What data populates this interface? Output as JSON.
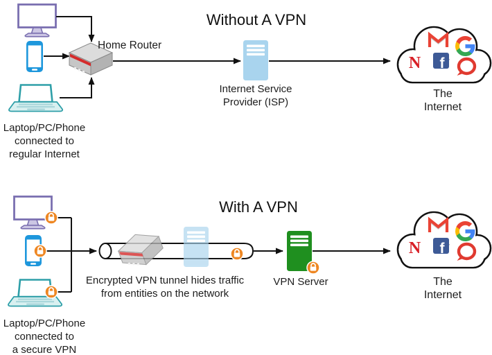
{
  "titles": {
    "without_vpn": "Without A VPN",
    "with_vpn": "With A VPN"
  },
  "top_section": {
    "home_router_label": "Home Router",
    "isp_label": "Internet Service\nProvider (ISP)",
    "internet_label": "The Internet",
    "devices_caption": "Laptop/PC/Phone\nconnected to\nregular Internet",
    "device_icons": [
      "desktop-monitor",
      "smartphone",
      "laptop"
    ]
  },
  "bottom_section": {
    "tunnel_caption": "Encrypted VPN tunnel hides traffic\nfrom entities on the network",
    "vpn_server_label": "VPN Server",
    "internet_label": "The Internet",
    "devices_caption": "Laptop/PC/Phone\nconnected to\na secure VPN",
    "device_icons": [
      "desktop-monitor-locked",
      "smartphone-locked",
      "laptop-locked"
    ]
  },
  "cloud_logos": {
    "names": [
      "gmail",
      "google",
      "netflix",
      "facebook",
      "opera"
    ],
    "netflix_letter": "N",
    "facebook_letter": "f"
  },
  "colors": {
    "line": "#111111",
    "monitor_purple": "#7A6FB0",
    "phone_blue": "#1E97DC",
    "laptop_teal": "#2E9FA8",
    "router_gray": "#C6C6C6",
    "router_red_stripe": "#D42B2B",
    "isp_blue": "#A9D4EE",
    "vpn_green": "#1F8F1F",
    "lock_orange": "#EE8723",
    "netflix_red": "#D81F26",
    "facebook_blue": "#3D5A96",
    "gmail_red": "#E94335",
    "opera_red": "#E03A30"
  }
}
